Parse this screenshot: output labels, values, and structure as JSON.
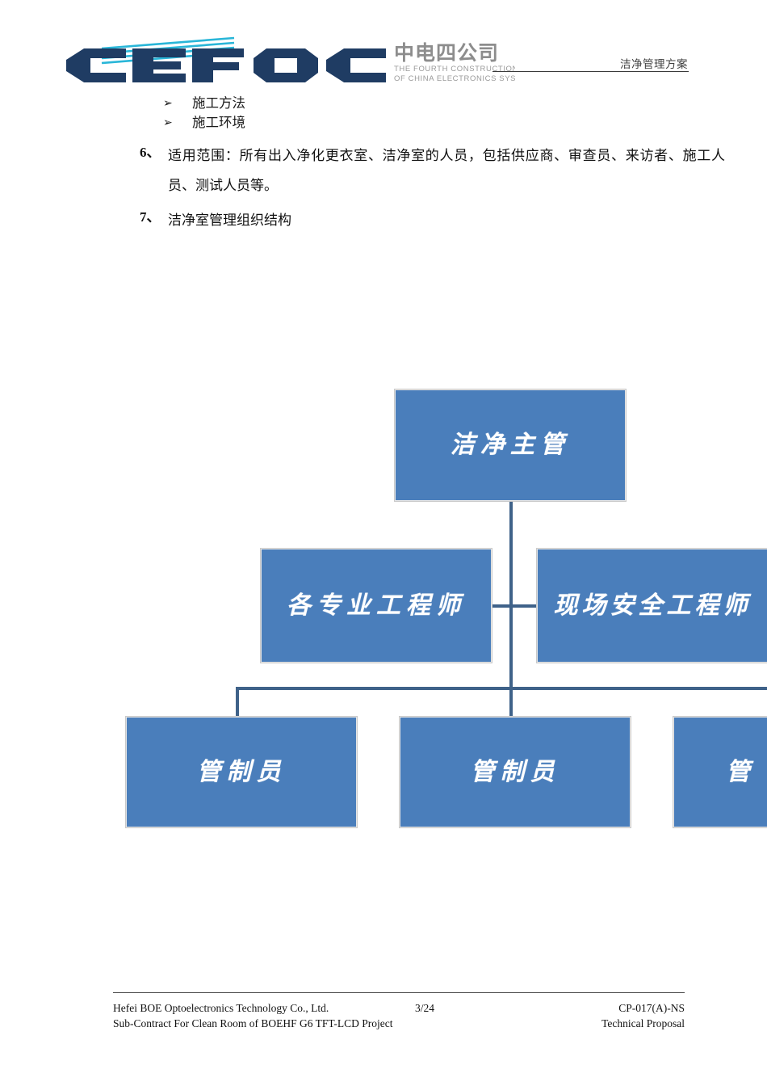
{
  "header": {
    "logo_main": "CEFOC",
    "logo_cn": "中电四公司",
    "logo_en_line1": "THE FOURTH CONSTRUCTION CO.,LTD.",
    "logo_en_line2": "OF CHINA ELECTRONICS SYSTEM ENGINEERING",
    "title": "洁净管理方案"
  },
  "body": {
    "bullets": [
      {
        "marker": "➢",
        "text": "施工方法"
      },
      {
        "marker": "➢",
        "text": "施工环境"
      }
    ],
    "items": [
      {
        "num": "6、",
        "text": "适用范围：所有出入净化更衣室、洁净室的人员，包括供应商、审查员、来访者、施工人员、测试人员等。"
      },
      {
        "num": "7、",
        "text": "洁净室管理组织结构"
      }
    ]
  },
  "orgchart": {
    "title": "洁净室管理组织结构",
    "node_fill": "#4a7ebb",
    "connector_color": "#3f6289",
    "nodes": [
      {
        "id": "supervisor",
        "label": "洁净主管",
        "level": 1
      },
      {
        "id": "discipline-engineers",
        "label": "各专业工程师",
        "level": 2
      },
      {
        "id": "site-safety-engineer",
        "label": "现场安全工程师",
        "level": 2
      },
      {
        "id": "controller-1",
        "label": "管制员",
        "level": 3
      },
      {
        "id": "controller-2",
        "label": "管制员",
        "level": 3
      },
      {
        "id": "controller-3",
        "label": "管",
        "level": 3
      }
    ]
  },
  "footer": {
    "left_line1": "Hefei BOE Optoelectronics Technology Co., Ltd.",
    "left_line2": "Sub-Contract For Clean Room of BOEHF G6 TFT-LCD Project",
    "page": "3/24",
    "right_line1": "CP-017(A)-NS",
    "right_line2": "Technical Proposal"
  }
}
